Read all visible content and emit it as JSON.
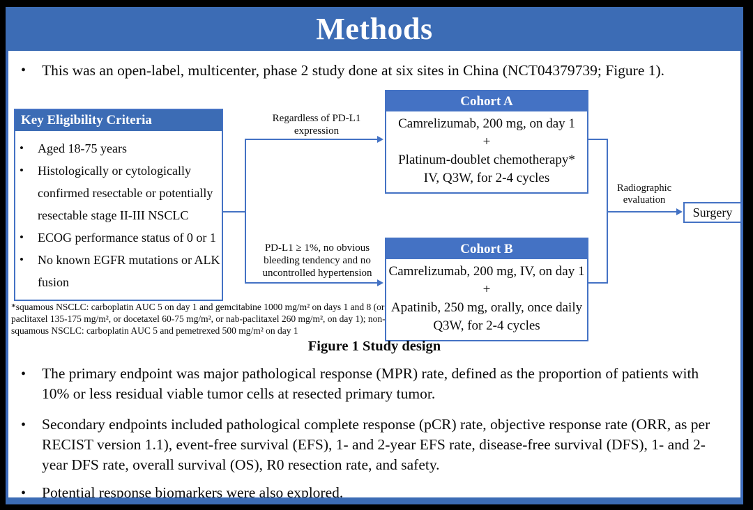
{
  "glyphs": {
    "bullet": "•"
  },
  "slide": {
    "title": "Methods",
    "colors": {
      "title_bar_blue": "#3C6CB5",
      "box_header_blue": "#4472C4",
      "connector_blue": "#4472C4",
      "slide_border_blue": "#3D6BBB",
      "frame_background": "#000000",
      "text_color": "#0B0B0B"
    }
  },
  "intro_bullet": "This was an open-label, multicenter, phase 2 study done at six sites in China (NCT04379739; Figure 1).",
  "figure": {
    "eligibility": {
      "header": "Key Eligibility Criteria",
      "items": [
        "Aged 18-75 years",
        "Histologically or cytologically confirmed resectable or potentially resectable stage II-III NSCLC",
        "ECOG performance status of 0 or 1",
        "No known EGFR mutations or ALK fusion"
      ]
    },
    "footnote": "*squamous NSCLC: carboplatin AUC 5 on day 1 and gemcitabine 1000 mg/m² on days 1 and 8 (or paclitaxel 135-175 mg/m², or docetaxel 60-75 mg/m², or nab-paclitaxel 260 mg/m², on day 1); non-squamous NSCLC: carboplatin AUC 5 and pemetrexed 500 mg/m² on day 1",
    "branch_top_label": "Regardless of PD-L1\nexpression",
    "branch_bottom_label": "PD-L1 ≥ 1%, no obvious\nbleeding tendency and no\nuncontrolled hypertension",
    "cohort_a": {
      "header": "Cohort A",
      "lines": [
        "Camrelizumab, 200 mg, on day 1",
        "+",
        "Platinum-doublet chemotherapy*",
        "IV, Q3W, for 2-4 cycles"
      ]
    },
    "cohort_b": {
      "header": "Cohort B",
      "lines": [
        "Camrelizumab, 200 mg, IV, on day 1",
        "+",
        "Apatinib, 250 mg, orally, once daily",
        "Q3W, for 2-4 cycles"
      ]
    },
    "radiographic_label": "Radiographic\nevaluation",
    "surgery_label": "Surgery",
    "caption": "Figure 1 Study design"
  },
  "endpoint_bullets": [
    "The primary endpoint was major pathological response (MPR) rate, defined as the proportion of patients with 10% or less residual viable tumor cells at resected primary tumor.",
    "Secondary endpoints included pathological complete response (pCR) rate, objective response rate (ORR, as per RECIST version 1.1), event-free survival (EFS), 1- and 2-year EFS rate, disease-free survival (DFS), 1- and 2-year DFS rate, overall survival (OS), R0 resection rate, and safety.",
    "Potential response biomarkers were also explored."
  ]
}
